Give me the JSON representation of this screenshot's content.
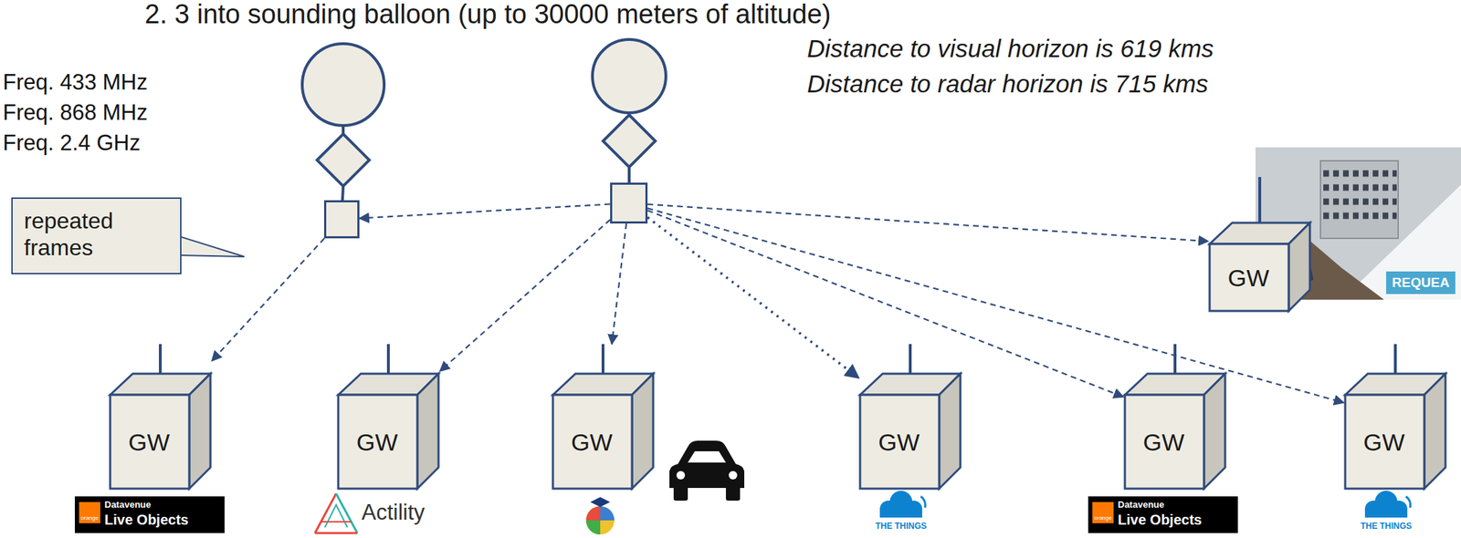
{
  "diagram": {
    "title": "2. 3 into sounding balloon (up to 30000 meters of altitude)",
    "nodes": [
      {
        "text": []
      },
      {
        "text": []
      },
      {
        "text": [
          "repeated frames"
        ]
      },
      {
        "text": [
          "GW"
        ]
      },
      {
        "text": [
          "GW"
        ]
      },
      {
        "text": [
          "GW"
        ]
      },
      {
        "text": [
          "GW"
        ]
      },
      {
        "text": [
          "GW"
        ]
      },
      {
        "text": [
          "GW"
        ]
      },
      {
        "text": [
          "GW"
        ]
      }
    ],
    "edges": [
      {
        "from": 1,
        "to": 0,
        "arrow": "to"
      },
      {
        "from": 0,
        "to": 4,
        "arrow": "to"
      },
      {
        "from": 1,
        "to": 5,
        "arrow": "to"
      },
      {
        "from": 1,
        "to": 6,
        "arrow": "to"
      },
      {
        "from": 1,
        "to": 7,
        "arrow": "to"
      },
      {
        "from": 1,
        "to": 8,
        "arrow": "to"
      },
      {
        "from": 1,
        "to": 9,
        "arrow": "to"
      },
      {
        "from": 1,
        "to": 3,
        "arrow": "to"
      }
    ],
    "labels": [
      "Freq. 433 MHz",
      "Freq. 868 MHz",
      "Freq. 2.4 GHz",
      "Distance to visual horizon is 619 kms",
      "Distance to radar horizon is 715 kms",
      "orange",
      "Datavenue",
      "Live Objects",
      "Actility",
      "THE THINGS",
      "orange",
      "Datavenue",
      "Live Objects",
      "THE THINGS",
      "REQUEA"
    ]
  }
}
